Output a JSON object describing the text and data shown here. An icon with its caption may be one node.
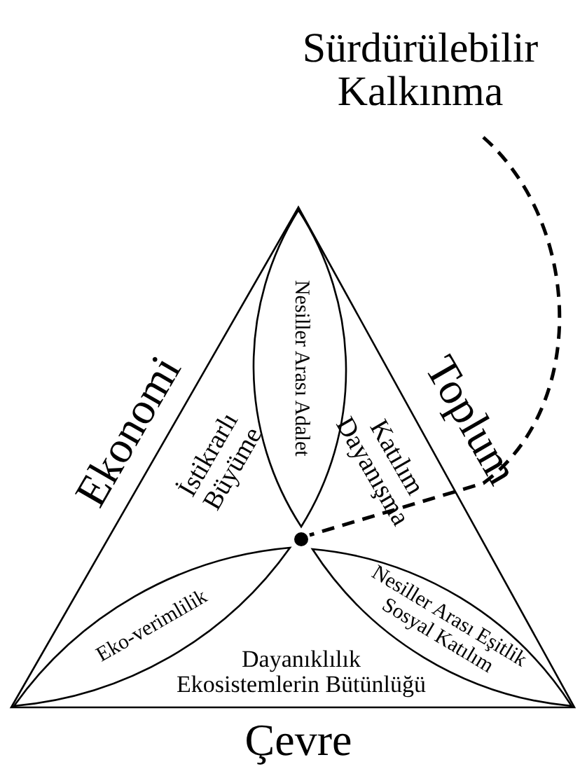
{
  "diagram": {
    "nodes": [
      {
        "text": [
          "Sürdürülebilir Kalkınma"
        ]
      },
      {
        "text": [],
        "shape": "circle"
      },
      {
        "text": [
          "Nesiller Arası Adalet"
        ]
      },
      {
        "text": [
          "Eko-verimlilik"
        ]
      },
      {
        "text": [
          "Nesiller Arası Eşitlik Sosyal Katılım"
        ]
      }
    ],
    "edges": [
      {
        "from": 0,
        "to": 1,
        "arrow": "none",
        "style": "dashed"
      }
    ],
    "labels": [
      "Ekonomi",
      "İstikrarlı Büyüme",
      "Toplum",
      "Katılım Dayanışma",
      "Dayanıklılık Ekosistemlerin Bütünlüğü",
      "Çevre"
    ]
  }
}
